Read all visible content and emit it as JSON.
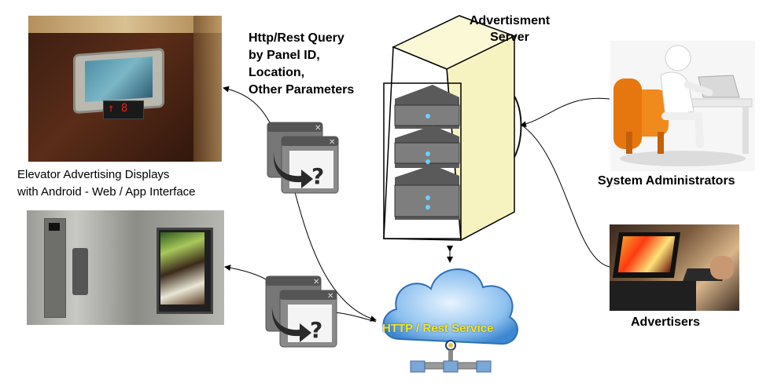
{
  "labels": {
    "query_line1": "Http/Rest Query",
    "query_line2": "by Panel ID,",
    "query_line3": "Location,",
    "query_line4": "Other Parameters",
    "server_line1": "Advertisment",
    "server_line2": "Server",
    "displays_line1": "Elevator Advertising Displays",
    "displays_line2": "with Android - Web / App Interface",
    "sysadmins": "System Administrators",
    "advertisers": "Advertisers",
    "cloud": "HTTP / Rest Service"
  },
  "colors": {
    "cloud_text": "#f5e61c",
    "rack_front": "#f7f3c0",
    "rack_side": "#fbf8d6",
    "chair": "#f08a1c"
  },
  "icons": [
    "elevator-panel-photo",
    "elevator-display-photo",
    "query-window-icon",
    "server-rack-icon",
    "cloud-icon",
    "network-icon",
    "admin-figure-icon",
    "advertiser-laptop-photo"
  ]
}
